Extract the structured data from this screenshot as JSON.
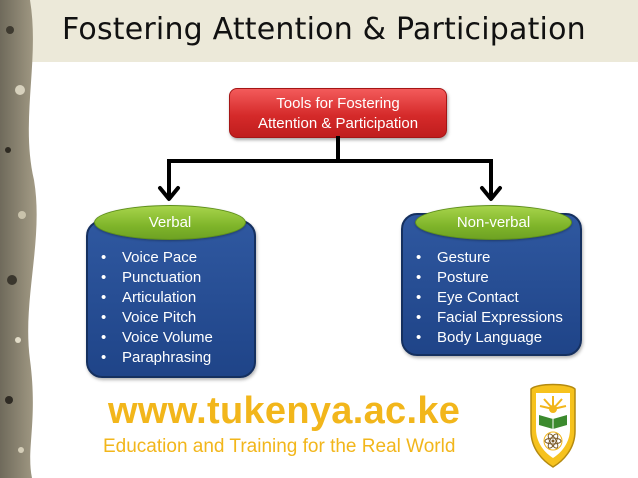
{
  "slide": {
    "title": "Fostering Attention & Participation"
  },
  "diagram": {
    "root": {
      "line1": "Tools for Fostering",
      "line2": "Attention & Participation"
    },
    "branches": [
      {
        "label": "Verbal",
        "items": [
          "Voice Pace",
          "Punctuation",
          "Articulation",
          "Voice Pitch",
          "Voice Volume",
          "Paraphrasing"
        ]
      },
      {
        "label": "Non-verbal",
        "items": [
          "Gesture",
          "Posture",
          "Eye Contact",
          "Facial Expressions",
          "Body Language"
        ]
      }
    ]
  },
  "footer": {
    "url": "www.tukenya.ac.ke",
    "tagline": "Education and Training for the Real World"
  },
  "colors": {
    "root_fill": "#d52a2a",
    "card_fill": "#1f4488",
    "pill_fill": "#7fb52a",
    "footer_text": "#f2b61b"
  }
}
